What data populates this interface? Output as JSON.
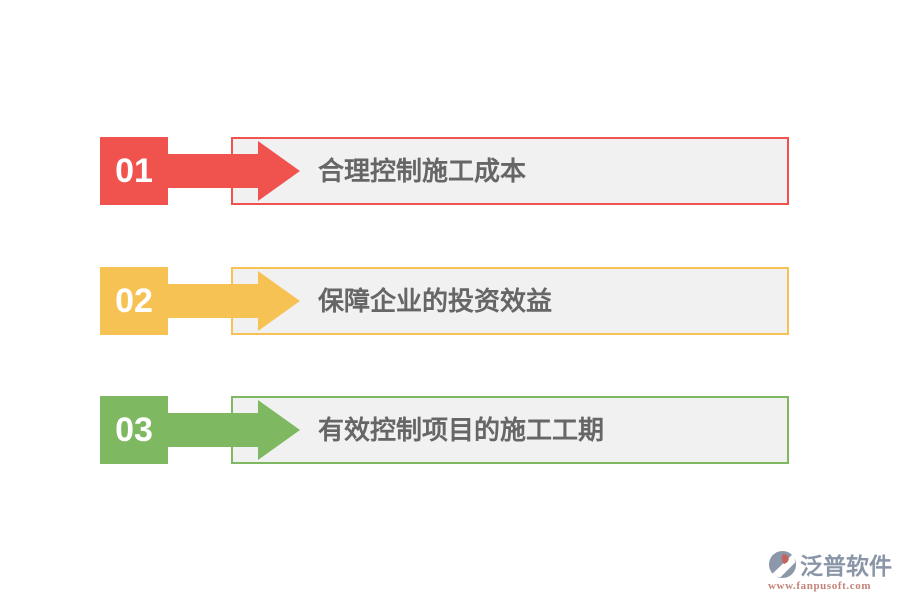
{
  "slide": {
    "background": "#FFFFFF",
    "box_fill": "#F1F1F1",
    "label_text_color": "#666666",
    "number_text_color": "#FFFFFF"
  },
  "steps": [
    {
      "number": "01",
      "label": "合理控制施工成本",
      "color": "#F0534E"
    },
    {
      "number": "02",
      "label": "保障企业的投资效益",
      "color": "#F7C254"
    },
    {
      "number": "03",
      "label": "有效控制项目的施工工期",
      "color": "#7EB961"
    }
  ],
  "watermark": {
    "brand": "泛普软件",
    "url": "www.fanpusoft.com",
    "brand_color": "#8A96A7",
    "url_color": "#C2847A",
    "logo_primary_color": "#8C98A9",
    "logo_accent_color": "#C4645A"
  }
}
